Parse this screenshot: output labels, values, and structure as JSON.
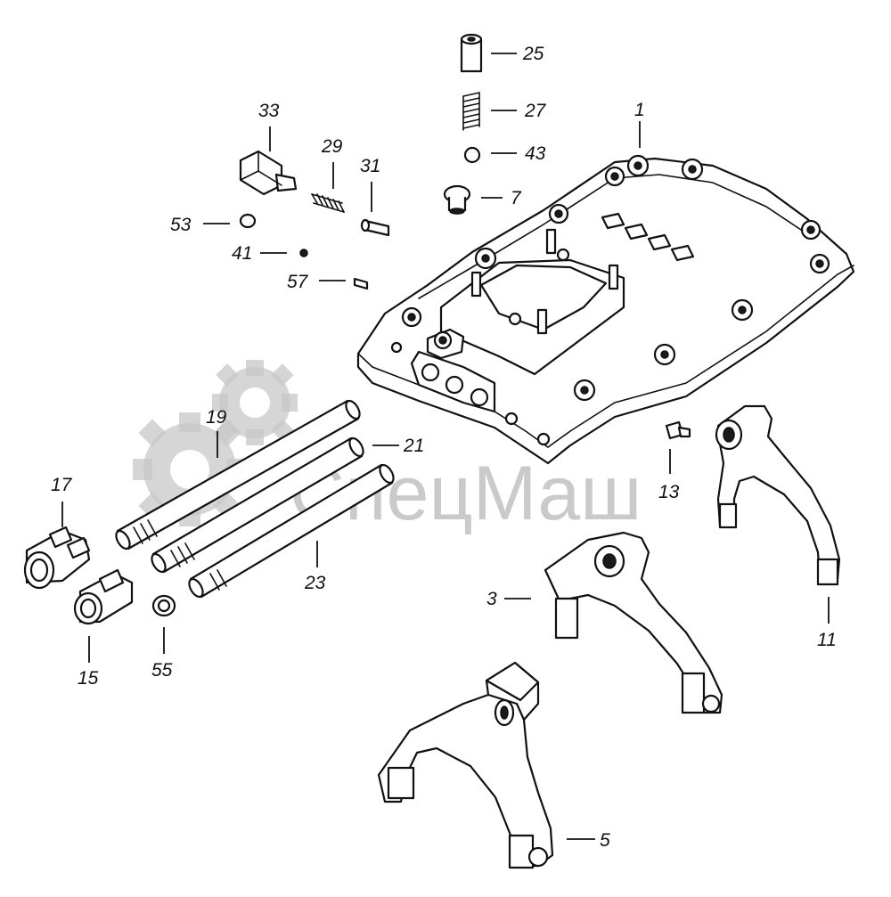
{
  "watermark": {
    "text": "СпецМаш"
  },
  "callouts": {
    "c1": "1",
    "c3": "3",
    "c5": "5",
    "c7": "7",
    "c11": "11",
    "c13": "13",
    "c15": "15",
    "c17": "17",
    "c19": "19",
    "c21": "21",
    "c23": "23",
    "c25": "25",
    "c27": "27",
    "c29": "29",
    "c31": "31",
    "c33": "33",
    "c41": "41",
    "c43": "43",
    "c53": "53",
    "c55": "55",
    "c57": "57"
  }
}
